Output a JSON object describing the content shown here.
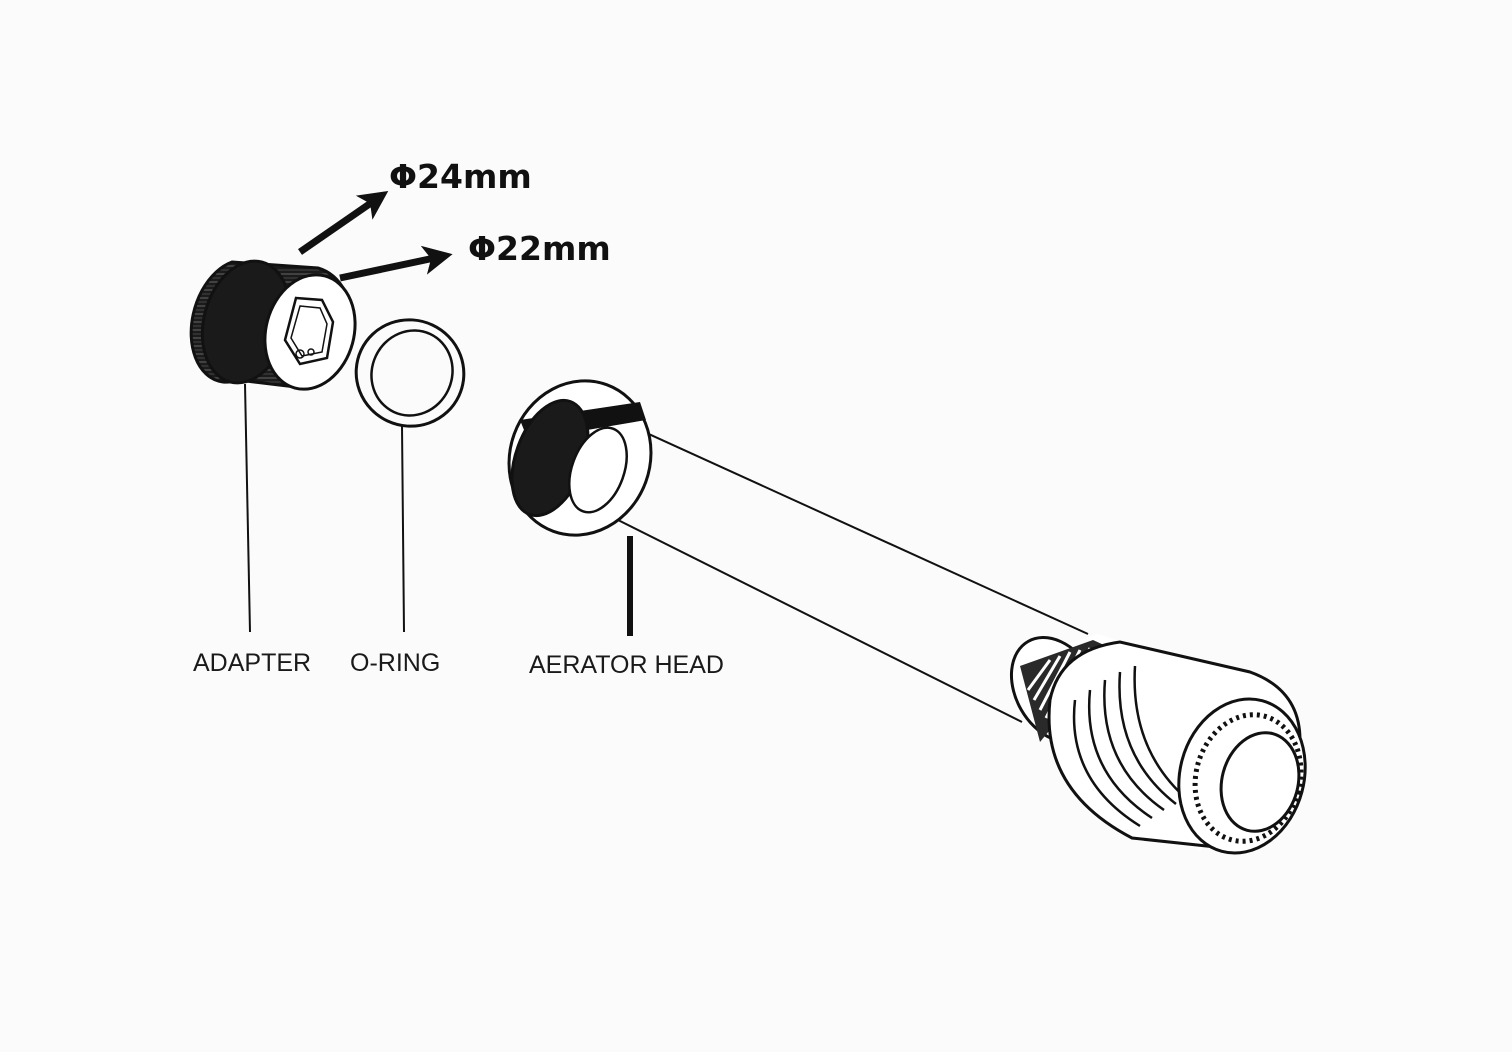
{
  "dimensions": {
    "outer_label": "Φ24mm",
    "inner_label": "Φ22mm"
  },
  "parts": {
    "adapter_label": "ADAPTER",
    "o_ring_label": "O-RING",
    "aerator_head_label": "AERATOR HEAD"
  },
  "colors": {
    "ink": "#111111",
    "paper": "#fbfbfb"
  }
}
